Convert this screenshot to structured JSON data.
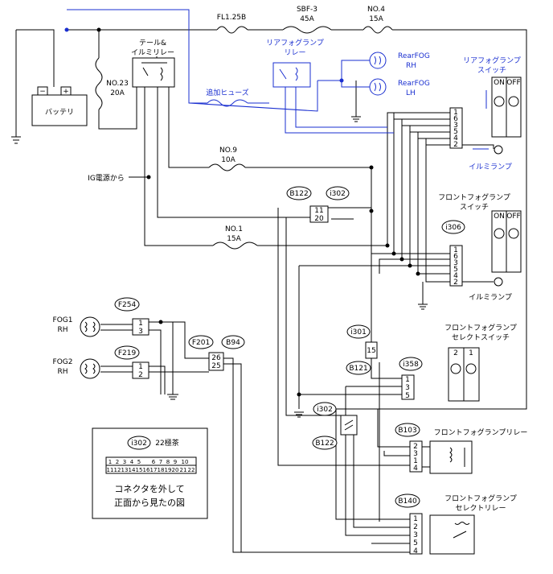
{
  "diagram": {
    "battery": {
      "label": "バッテリ",
      "minus": "−",
      "plus": "+"
    },
    "fuses": {
      "fl": "FL1.25B",
      "sbf_name": "SBF-3",
      "sbf_amp": "45A",
      "no4_name": "NO.4",
      "no4_amp": "15A",
      "no23_name": "NO.23",
      "no23_amp": "20A",
      "no9_name": "NO.9",
      "no9_amp": "10A",
      "no1_name": "NO.1",
      "no1_amp": "15A",
      "extra": "追加ヒューズ"
    },
    "tail_relay": {
      "line1": "テール&",
      "line2": "イルミリレー"
    },
    "rear_relay": {
      "line1": "リアフォグランプ",
      "line2": "リレー"
    },
    "rear_fog_rh": {
      "line1": "RearFOG",
      "line2": "RH"
    },
    "rear_fog_lh": {
      "line1": "RearFOG",
      "line2": "LH"
    },
    "rear_switch": {
      "line1": "リアフォグランプ",
      "line2": "スイッチ",
      "on": "ON",
      "off": "OFF"
    },
    "rear_illumi": "イルミランプ",
    "ig_source": "IG電源から",
    "front_switch": {
      "line1": "フロントフォグランプ",
      "line2": "スイッチ",
      "on": "ON",
      "off": "OFF"
    },
    "front_illumi": "イルミランプ",
    "front_select_switch": {
      "line1": "フロントフォグランプ",
      "line2": "セレクトスイッチ"
    },
    "front_relay": "フロントフォグランプリレー",
    "front_select_relay": {
      "line1": "フロントフォグランプ",
      "line2": "セレクトリレー"
    },
    "fog1": {
      "line1": "FOG1",
      "line2": "RH"
    },
    "fog2": {
      "line1": "FOG2",
      "line2": "RH"
    },
    "connectors": {
      "b122_top": "B122",
      "i302_top": "i302",
      "i306": "i306",
      "f254": "F254",
      "f219": "F219",
      "f201": "F201",
      "b94": "B94",
      "i301": "i301",
      "b121": "B121",
      "i358": "i358",
      "i302_mid": "i302",
      "b122_mid": "B122",
      "b103": "B103",
      "b140": "B140"
    },
    "pins": {
      "rear_sw": [
        "1",
        "6",
        "3",
        "5",
        "4",
        "2"
      ],
      "front_sw": [
        "1",
        "6",
        "3",
        "5",
        "4",
        "2"
      ],
      "i302_top": [
        "11",
        "20"
      ],
      "f254": [
        "1",
        "3"
      ],
      "f219": [
        "1",
        "2"
      ],
      "f201": [
        "26",
        "25"
      ],
      "i301": "15",
      "select_sw_head": [
        "2",
        "1"
      ],
      "select_sw": [
        "1",
        "3",
        "5"
      ],
      "b103": [
        "2",
        "3",
        "1",
        "4"
      ],
      "b140": [
        "1",
        "2",
        "3",
        "5",
        "4"
      ]
    },
    "note": {
      "id": "i302",
      "title": "22極茶",
      "row1": [
        "1",
        "2",
        "3",
        "4",
        "5",
        "",
        "6",
        "7",
        "8",
        "9",
        "10"
      ],
      "row2": [
        "11",
        "12",
        "13",
        "14",
        "15",
        "16",
        "17",
        "18",
        "19",
        "20",
        "21",
        "22"
      ],
      "line1": "コネクタを外して",
      "line2": "正面から見たの図"
    }
  }
}
